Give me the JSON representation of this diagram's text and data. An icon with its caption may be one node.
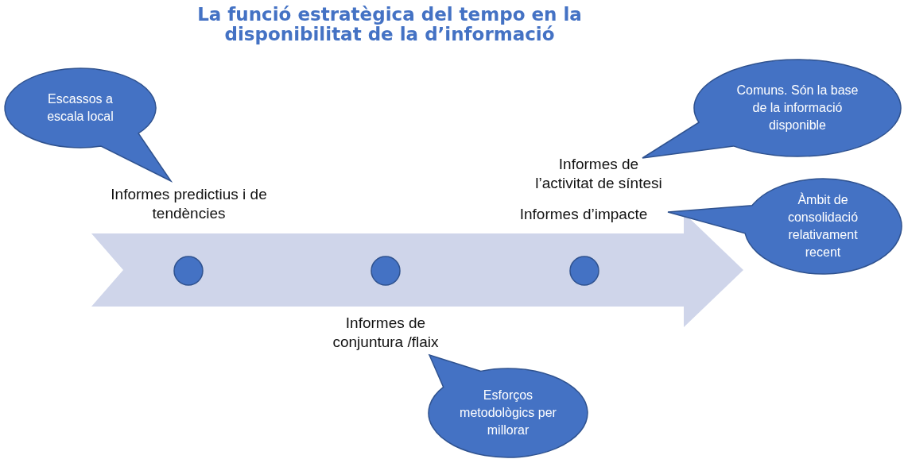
{
  "diagram": {
    "title": "La funció estratègica del tempo en la disponibilitat de la d’informació",
    "nodes": [
      {
        "text": [],
        "shape": "arrow"
      },
      {
        "text": [],
        "shape": "circle",
        "in": 0
      },
      {
        "text": [],
        "shape": "circle",
        "in": 0
      },
      {
        "text": [],
        "shape": "circle",
        "in": 0
      },
      {
        "text": [
          "Informes predictius i de tendències"
        ]
      },
      {
        "text": [
          "Informes de l’activitat de síntesi"
        ]
      },
      {
        "text": [
          "Informes d’impacte"
        ]
      },
      {
        "text": [
          "Informes de conjuntura /flaix"
        ]
      },
      {
        "text": [
          "Escassos a escala local"
        ]
      },
      {
        "text": [
          "Comuns. Són la base de la informació disponible"
        ]
      },
      {
        "text": [
          "Àmbit de consolidació relativament recent"
        ]
      },
      {
        "text": [
          "Esforços metodològics per millorar"
        ]
      }
    ]
  }
}
